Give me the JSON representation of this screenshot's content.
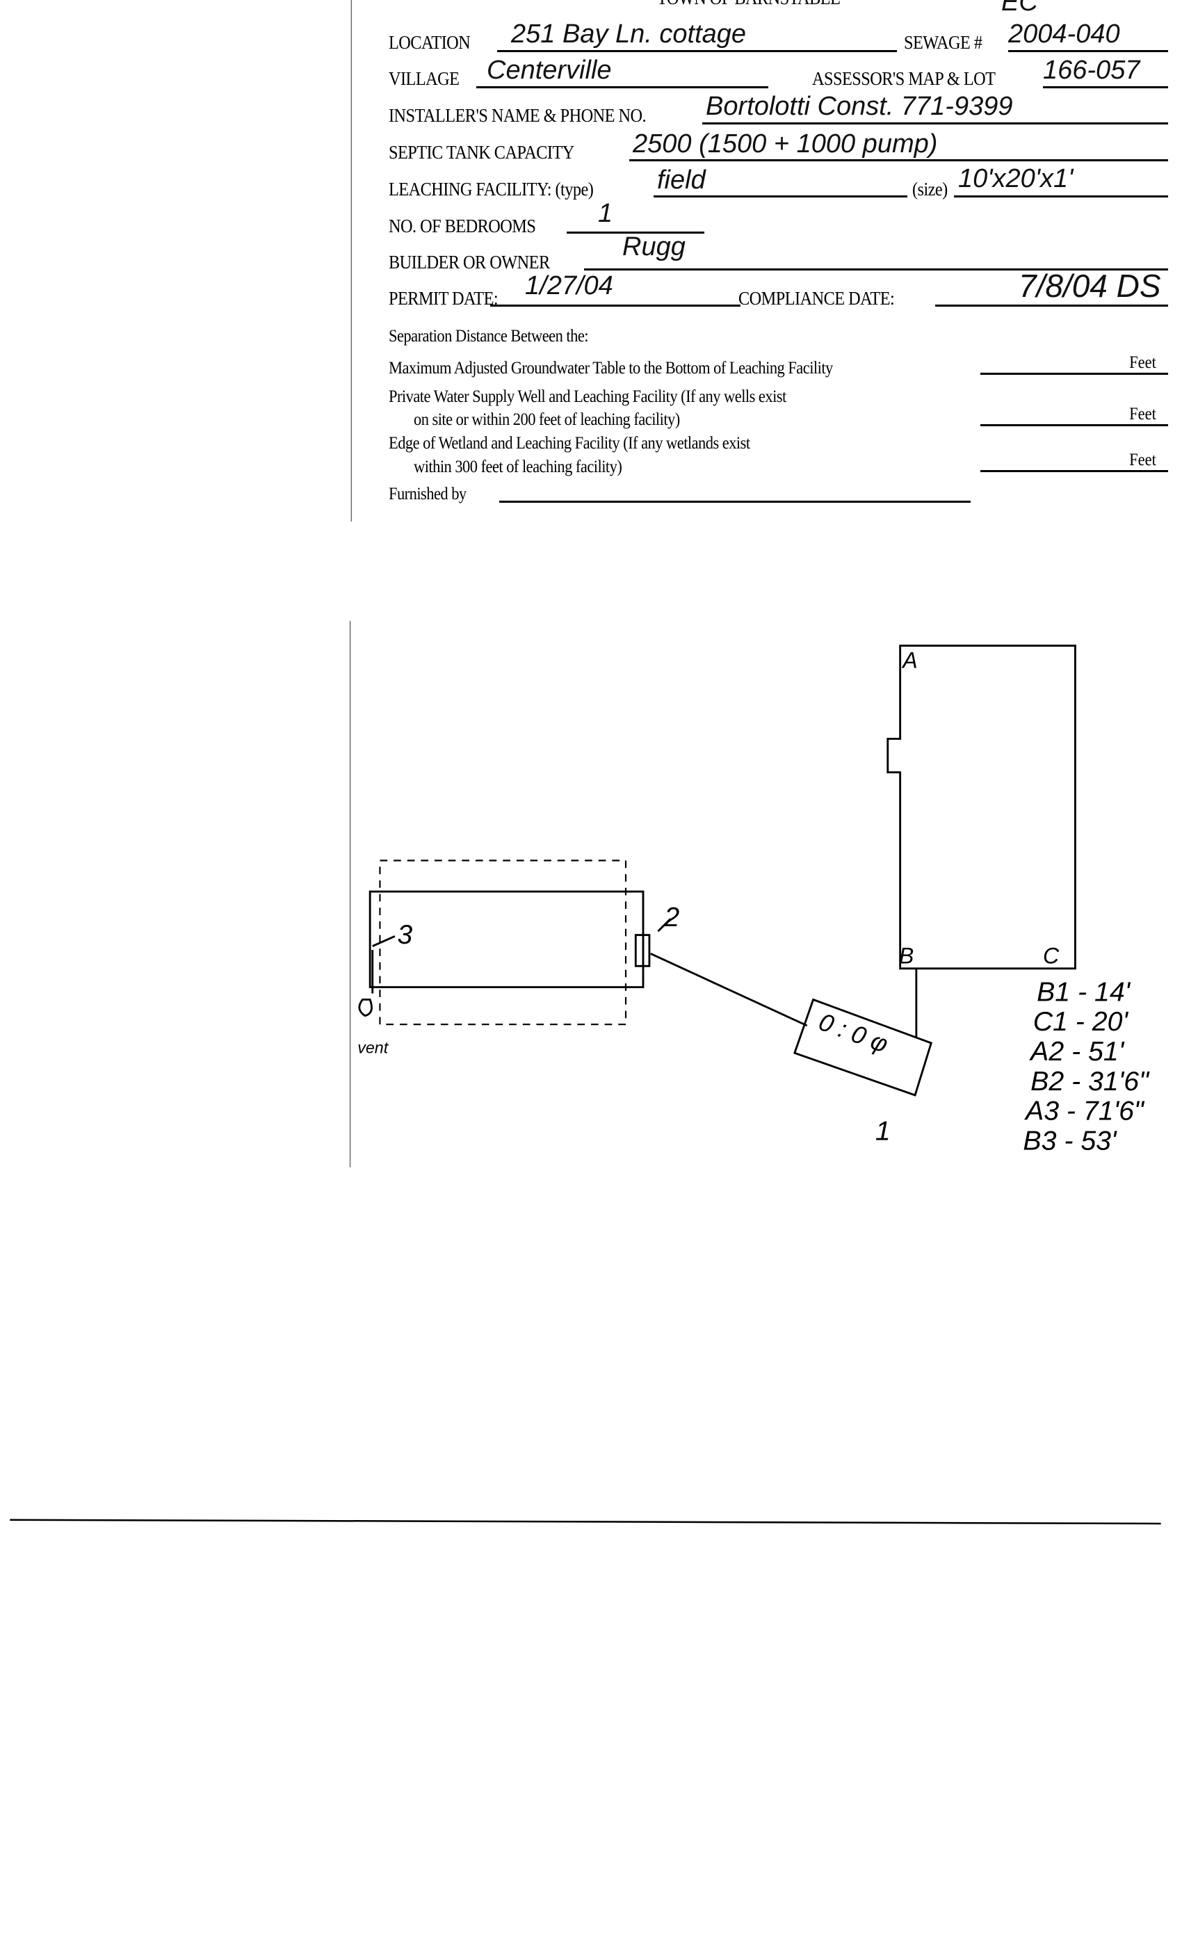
{
  "header": {
    "title": "TOWN OF BARNSTABLE",
    "corner_mark": "EC"
  },
  "form": {
    "location_label": "LOCATION",
    "location_value": "251 Bay Ln. cottage",
    "sewage_label": "SEWAGE #",
    "sewage_value": "2004-040",
    "village_label": "VILLAGE",
    "village_value": "Centerville",
    "map_lot_label": "ASSESSOR'S MAP & LOT",
    "map_lot_value": "166-057",
    "installer_label": "INSTALLER'S NAME & PHONE NO.",
    "installer_value": "Bortolotti Const. 771-9399",
    "tank_label": "SEPTIC TANK CAPACITY",
    "tank_value": "2500 (1500 + 1000 pump)",
    "leaching_label": "LEACHING FACILITY: (type)",
    "leaching_type_value": "field",
    "size_label": "(size)",
    "size_value": "10'x20'x1'",
    "bedrooms_label": "NO. OF BEDROOMS",
    "bedrooms_value": "1",
    "builder_label": "BUILDER OR OWNER",
    "builder_value": "Rugg",
    "permit_label": "PERMIT DATE:",
    "permit_value": "1/27/04",
    "compliance_label": "COMPLIANCE DATE:",
    "compliance_value": "7/8/04 DS"
  },
  "separation": {
    "heading": "Separation Distance Between the:",
    "row1": "Maximum Adjusted Groundwater Table to the Bottom of Leaching Facility",
    "row2a": "Private Water Supply Well and Leaching Facility  (If any wells exist",
    "row2b": "on site or within 200 feet of leaching facility)",
    "row3a": "Edge of Wetland and Leaching Facility (If any wetlands exist",
    "row3b": "within 300 feet of leaching facility)",
    "unit": "Feet",
    "furnished_label": "Furnished by"
  },
  "sketch": {
    "corner_a": "A",
    "corner_b": "B",
    "corner_c": "C",
    "tank_marks": "0 : 0 φ",
    "label_1": "1",
    "label_2": "2",
    "label_3": "3",
    "vent": "vent",
    "measurements": [
      "B1 - 14'",
      "C1 - 20'",
      "A2 - 51'",
      "B2 - 31'6\"",
      "A3 - 71'6\"",
      "B3 - 53'"
    ]
  }
}
